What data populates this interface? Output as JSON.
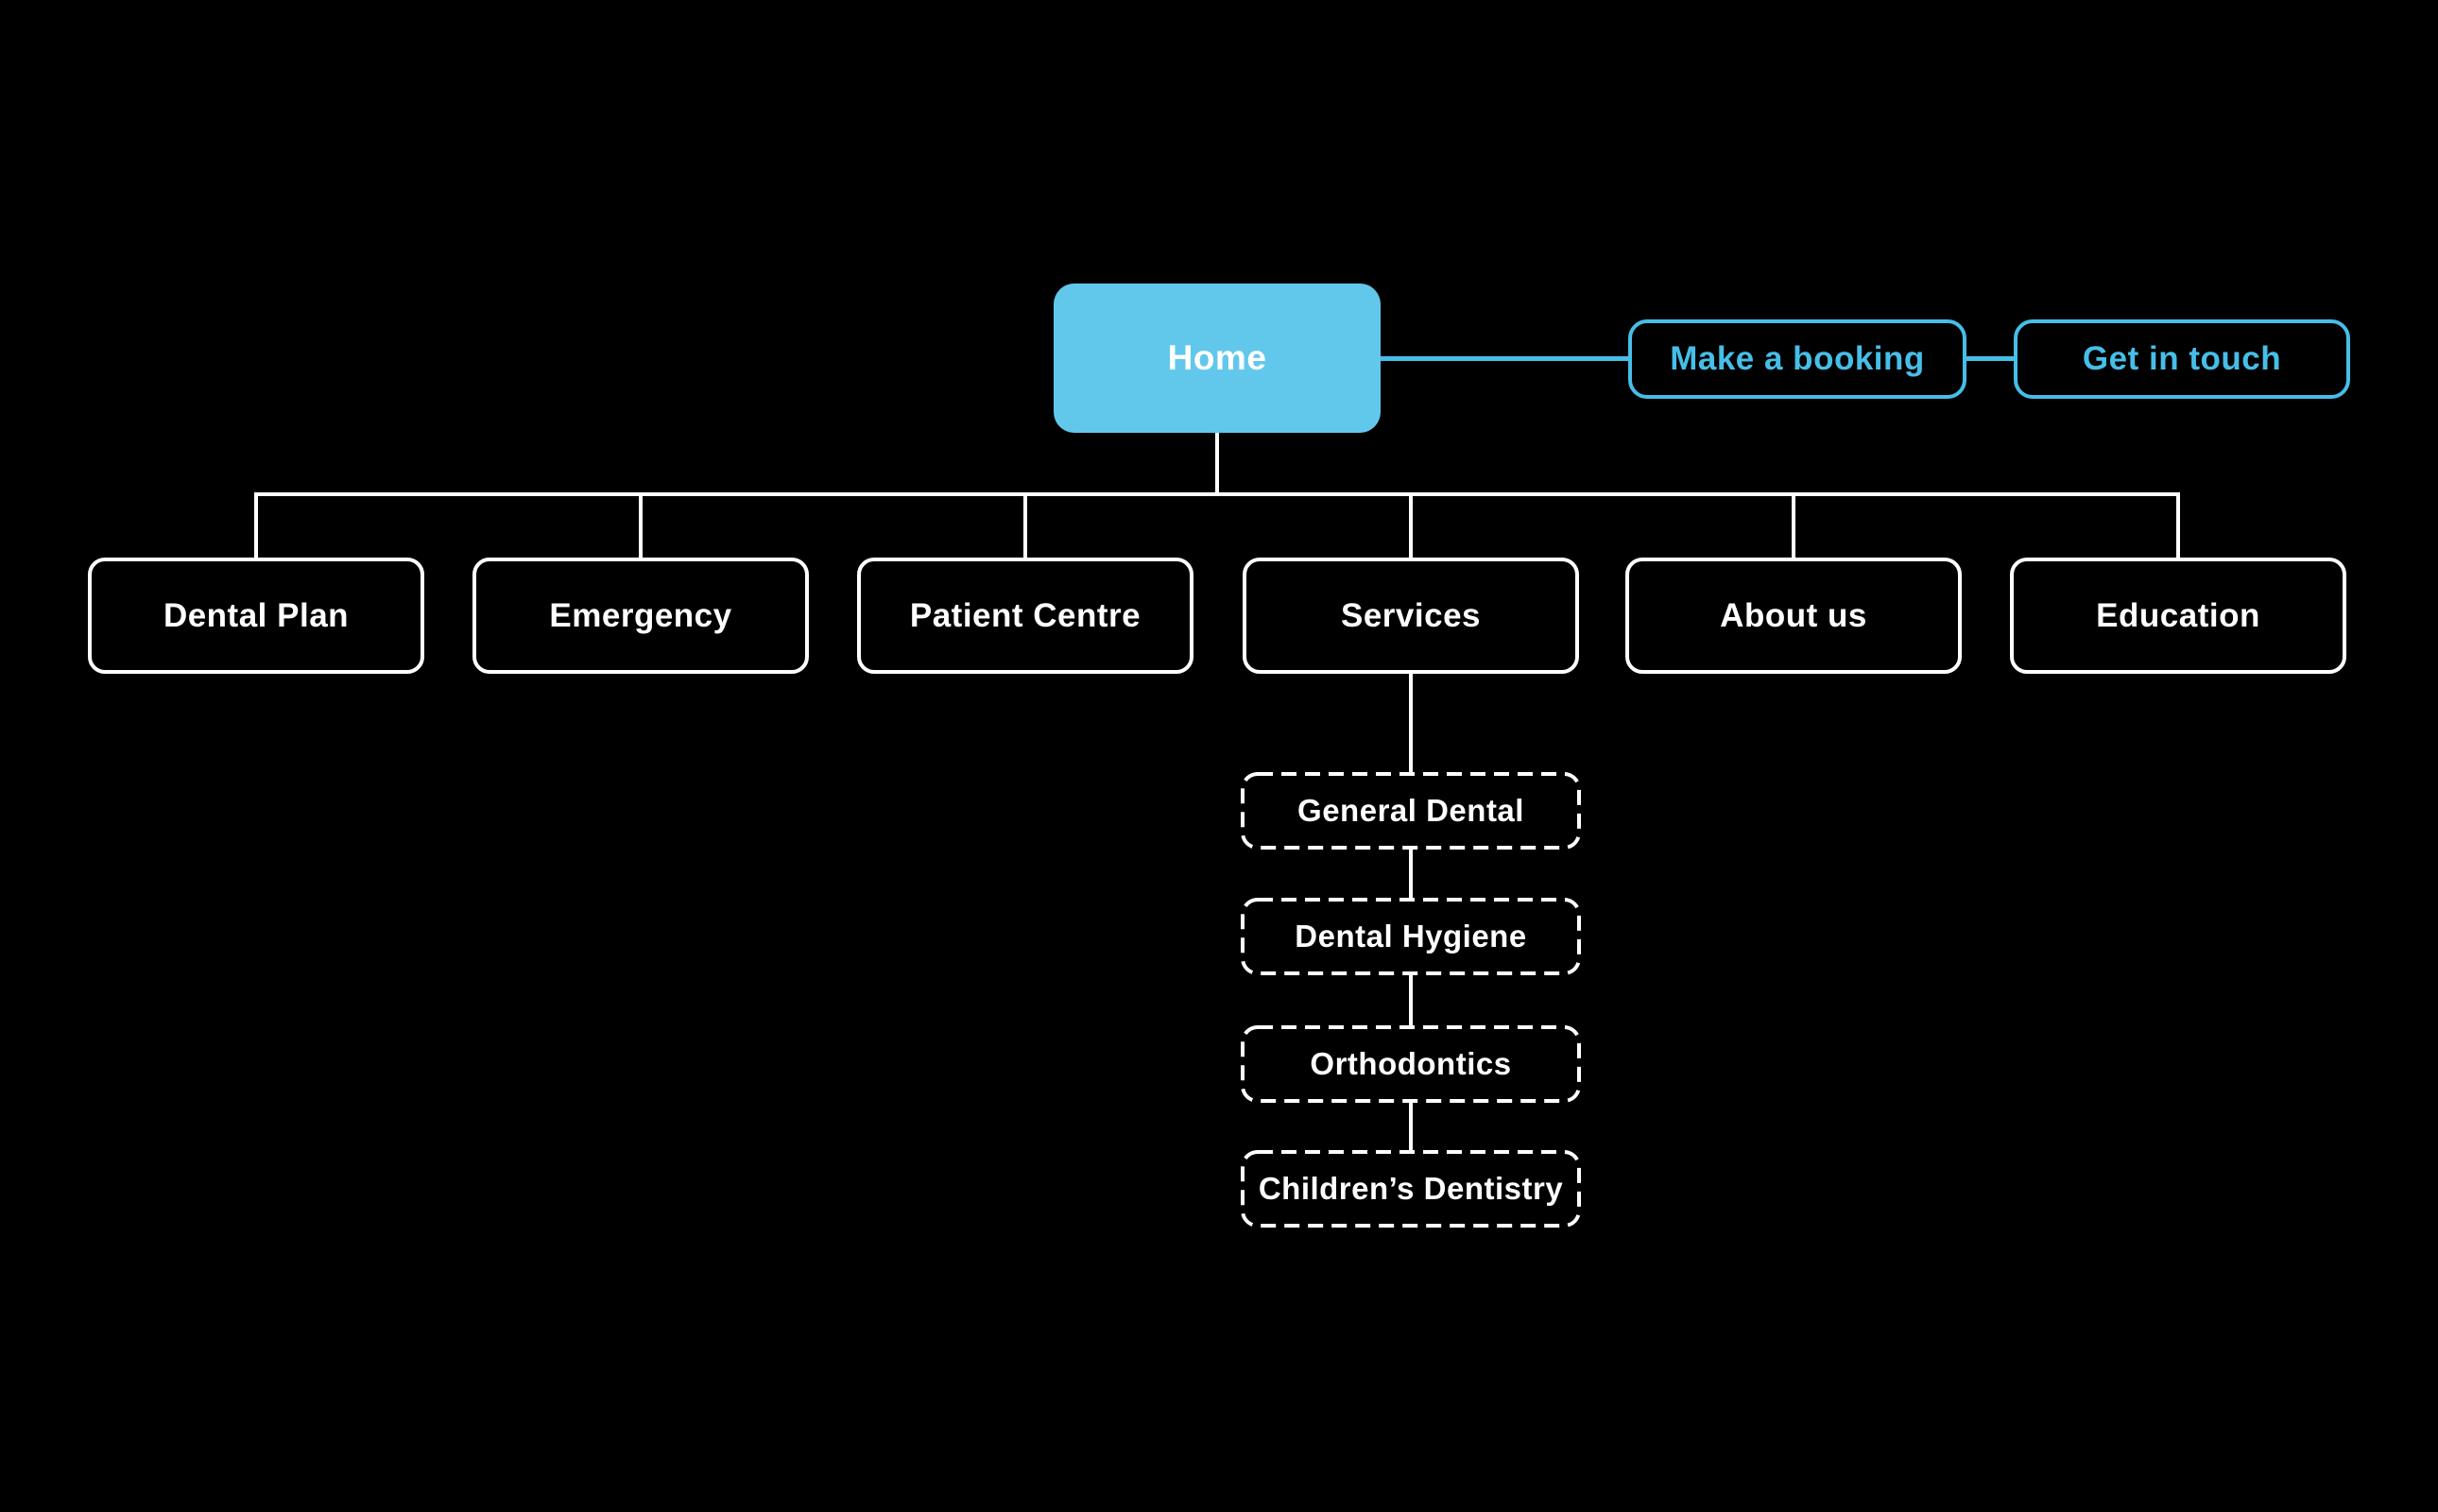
{
  "colors": {
    "background": "#000000",
    "home_fill": "#62C8EB",
    "accent_blue": "#46BEE8",
    "line_white": "#FFFFFF"
  },
  "home": {
    "label": "Home"
  },
  "quick_links": [
    {
      "label": "Make a booking"
    },
    {
      "label": "Get in touch"
    }
  ],
  "pages": [
    {
      "label": "Dental Plan"
    },
    {
      "label": "Emergency"
    },
    {
      "label": "Patient Centre"
    },
    {
      "label": "Services"
    },
    {
      "label": "About us"
    },
    {
      "label": "Education"
    }
  ],
  "services_subpages": [
    {
      "label": "General Dental"
    },
    {
      "label": "Dental Hygiene"
    },
    {
      "label": "Orthodontics"
    },
    {
      "label": "Children’s Dentistry"
    }
  ]
}
